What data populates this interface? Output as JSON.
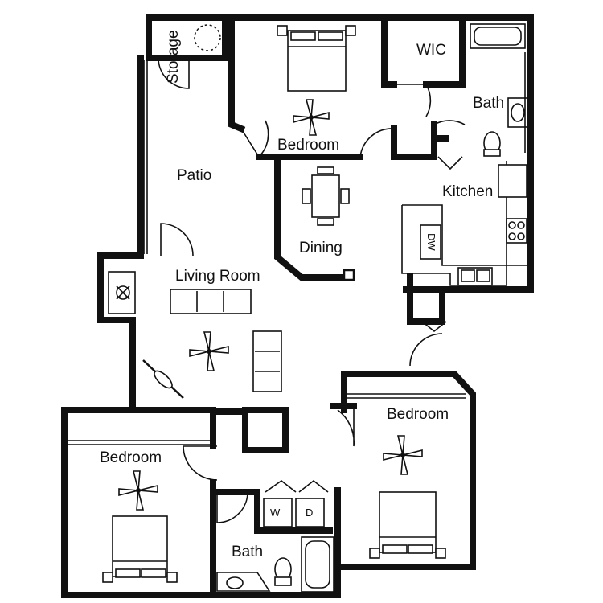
{
  "rooms": {
    "storage": "Storage",
    "bedroom_top": "Bedroom",
    "wic": "WIC",
    "bath_top": "Bath",
    "patio": "Patio",
    "dining": "Dining",
    "kitchen": "Kitchen",
    "living": "Living Room",
    "bedroom_right": "Bedroom",
    "bedroom_left": "Bedroom",
    "bath_bottom": "Bath"
  },
  "appliances": {
    "dishwasher": "DW",
    "washer": "W",
    "dryer": "D"
  },
  "icons": [
    "ceiling-fan-icon",
    "bed-icon",
    "bathtub-icon",
    "toilet-icon",
    "sink-icon",
    "range-icon",
    "dining-table-icon",
    "sofa-icon",
    "fireplace-icon",
    "water-heater-icon"
  ]
}
